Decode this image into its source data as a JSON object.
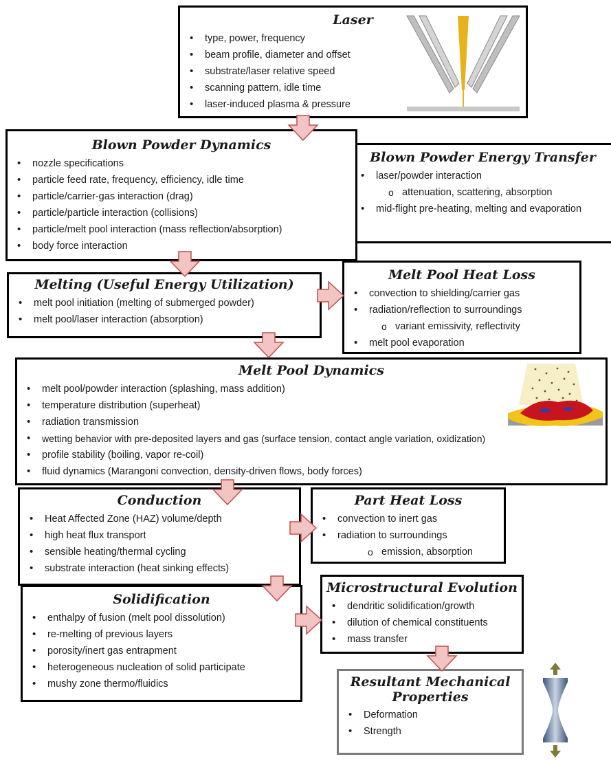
{
  "laser": {
    "title": "Laser",
    "items": [
      "type, power, frequency",
      "beam profile, diameter and offset",
      "substrate/laser relative speed",
      "scanning pattern, idle time",
      "laser-induced plasma & pressure"
    ]
  },
  "blown_powder_dynamics": {
    "title": "Blown Powder Dynamics",
    "items": [
      "nozzle specifications",
      "particle feed rate, frequency, efficiency, idle time",
      "particle/carrier-gas interaction (drag)",
      "particle/particle interaction (collisions)",
      "particle/melt pool interaction (mass reflection/absorption)",
      "body force  interaction"
    ]
  },
  "blown_powder_energy_transfer": {
    "title": "Blown Powder Energy Transfer",
    "item1": "laser/powder interaction",
    "sub1": "attenuation, scattering, absorption",
    "item2": "mid-flight pre-heating, melting and evaporation"
  },
  "melting": {
    "title": "Melting (Useful Energy Utilization)",
    "items": [
      "melt pool initiation (melting of submerged powder)",
      "melt pool/laser interaction (absorption)"
    ]
  },
  "melt_pool_heat_loss": {
    "title": "Melt Pool Heat Loss",
    "item1": "convection to shielding/carrier gas",
    "item2": "radiation/reflection to surroundings",
    "sub1": "variant emissivity, reflectivity",
    "item3": "melt pool evaporation"
  },
  "melt_pool_dynamics": {
    "title": "Melt Pool Dynamics",
    "items": [
      "melt pool/powder interaction (splashing, mass addition)",
      "temperature distribution (superheat)",
      "radiation transmission",
      "wetting behavior with pre-deposited layers and gas (surface tension, contact angle variation, oxidization)",
      "profile stability (boiling, vapor re-coil)",
      "fluid dynamics (Marangoni convection, density-driven flows, body forces)"
    ]
  },
  "conduction": {
    "title": "Conduction",
    "items": [
      "Heat Affected Zone (HAZ) volume/depth",
      "high heat flux transport",
      "sensible heating/thermal cycling",
      "substrate interaction (heat sinking effects)"
    ]
  },
  "part_heat_loss": {
    "title": "Part Heat Loss",
    "item1": "convection to inert gas",
    "item2": "radiation to surroundings",
    "sub1": "emission, absorption"
  },
  "solidification": {
    "title": "Solidification",
    "items": [
      "enthalpy of fusion (melt pool dissolution)",
      "re-melting of previous layers",
      "porosity/inert gas entrapment",
      "heterogeneous nucleation of solid participate",
      "mushy zone thermo/fluidics"
    ]
  },
  "microstructural_evolution": {
    "title": "Microstructural Evolution",
    "items": [
      "dendritic solidification/growth",
      "dilution of chemical constituents",
      "mass transfer"
    ]
  },
  "resultant_mechanical_properties": {
    "title": "Resultant Mechanical Properties",
    "items": [
      "Deformation",
      "Strength"
    ]
  },
  "colors": {
    "arrow_fill": "#f2c4c4",
    "arrow_stroke": "#c0504d",
    "laser_beam": "#e8b21c",
    "melt_pool_red": "#c8141e",
    "deposit_yellow": "#f2c318",
    "specimen_blue": "#5a7090",
    "specimen_arrow": "#7f7a3a"
  }
}
